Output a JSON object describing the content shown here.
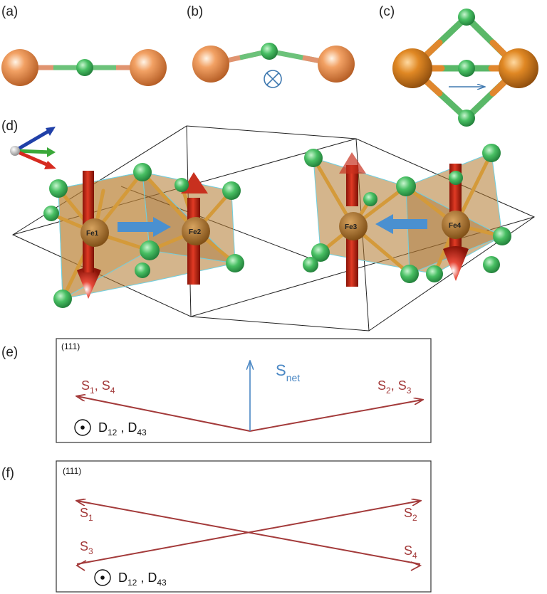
{
  "panel_labels": {
    "a": "(a)",
    "b": "(b)",
    "c": "(c)",
    "d": "(d)",
    "e": "(e)",
    "f": "(f)"
  },
  "atoms": {
    "fe1": "Fe1",
    "fe2": "Fe2",
    "fe3": "Fe3",
    "fe4": "Fe4"
  },
  "panel_e": {
    "plane": "(111)",
    "left_pair": {
      "s1": "S",
      "s1_sub": "1",
      "sep": ", ",
      "s4": "S",
      "s4_sub": "4"
    },
    "right_pair": {
      "s2": "S",
      "s2_sub": "2",
      "sep": ", ",
      "s3": "S",
      "s3_sub": "3"
    },
    "net": {
      "main": "S",
      "sub": "net"
    },
    "dmi": {
      "d12": "D",
      "d12_sub": "12",
      "sep": " , ",
      "d43": "D",
      "d43_sub": "43"
    }
  },
  "panel_f": {
    "plane": "(111)",
    "s1": {
      "main": "S",
      "sub": "1"
    },
    "s2": {
      "main": "S",
      "sub": "2"
    },
    "s3": {
      "main": "S",
      "sub": "3"
    },
    "s4": {
      "main": "S",
      "sub": "4"
    },
    "dmi": {
      "d12": "D",
      "d12_sub": "12",
      "sep": " , ",
      "d43": "D",
      "d43_sub": "43"
    }
  },
  "colors": {
    "fe_atom": "#e58a4a",
    "ligand_atom": "#4fc06a",
    "spin_arrow": "#a33a3a",
    "net_arrow": "#4a87c4",
    "moment_rod": "#cc2a1a",
    "octahedron": "#b0782e",
    "axis_x": "#d62a1f",
    "axis_y": "#3aa839",
    "axis_z": "#2040a8"
  }
}
